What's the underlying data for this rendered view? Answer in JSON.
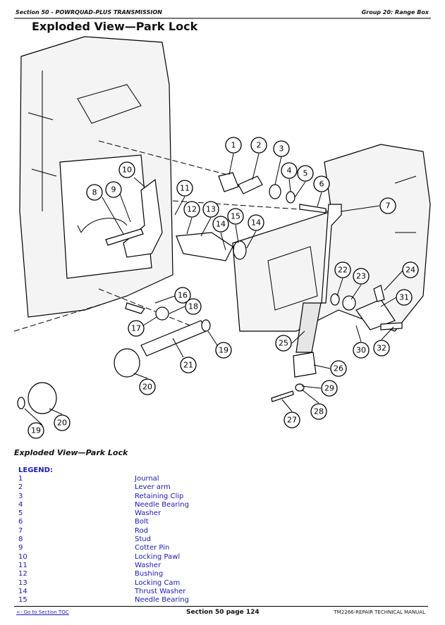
{
  "header": {
    "section": "Section 50 - POWRQUAD-PLUS TRANSMISSION",
    "group": "Group 20: Range Box"
  },
  "title": "Exploded View—Park Lock",
  "figure": {
    "caption": "Exploded View—Park Lock",
    "callouts": [
      "1",
      "2",
      "3",
      "4",
      "5",
      "6",
      "7",
      "8",
      "9",
      "10",
      "11",
      "12",
      "13",
      "14",
      "15",
      "14",
      "16",
      "17",
      "18",
      "19",
      "20",
      "21",
      "22",
      "23",
      "24",
      "25",
      "26",
      "27",
      "28",
      "29",
      "30",
      "31",
      "32",
      "19",
      "20"
    ]
  },
  "legend": {
    "heading": "LEGEND:",
    "items": [
      {
        "num": "1",
        "desc": "Journal"
      },
      {
        "num": "2",
        "desc": "Lever arm"
      },
      {
        "num": "3",
        "desc": "Retaining Clip"
      },
      {
        "num": "4",
        "desc": "Needle Bearing"
      },
      {
        "num": "5",
        "desc": "Washer"
      },
      {
        "num": "6",
        "desc": "Bolt"
      },
      {
        "num": "7",
        "desc": "Rod"
      },
      {
        "num": "8",
        "desc": "Stud"
      },
      {
        "num": "9",
        "desc": "Cotter Pin"
      },
      {
        "num": "10",
        "desc": "Locking Pawl"
      },
      {
        "num": "11",
        "desc": "Washer"
      },
      {
        "num": "12",
        "desc": "Bushing"
      },
      {
        "num": "13",
        "desc": "Locking Cam"
      },
      {
        "num": "14",
        "desc": "Thrust Washer"
      },
      {
        "num": "15",
        "desc": "Needle Bearing"
      }
    ]
  },
  "footer": {
    "toc_link": "<- Go to Section TOC",
    "page": "Section 50 page 124",
    "manual": "TM2266-REPAIR TECHNICAL MANUAL"
  }
}
